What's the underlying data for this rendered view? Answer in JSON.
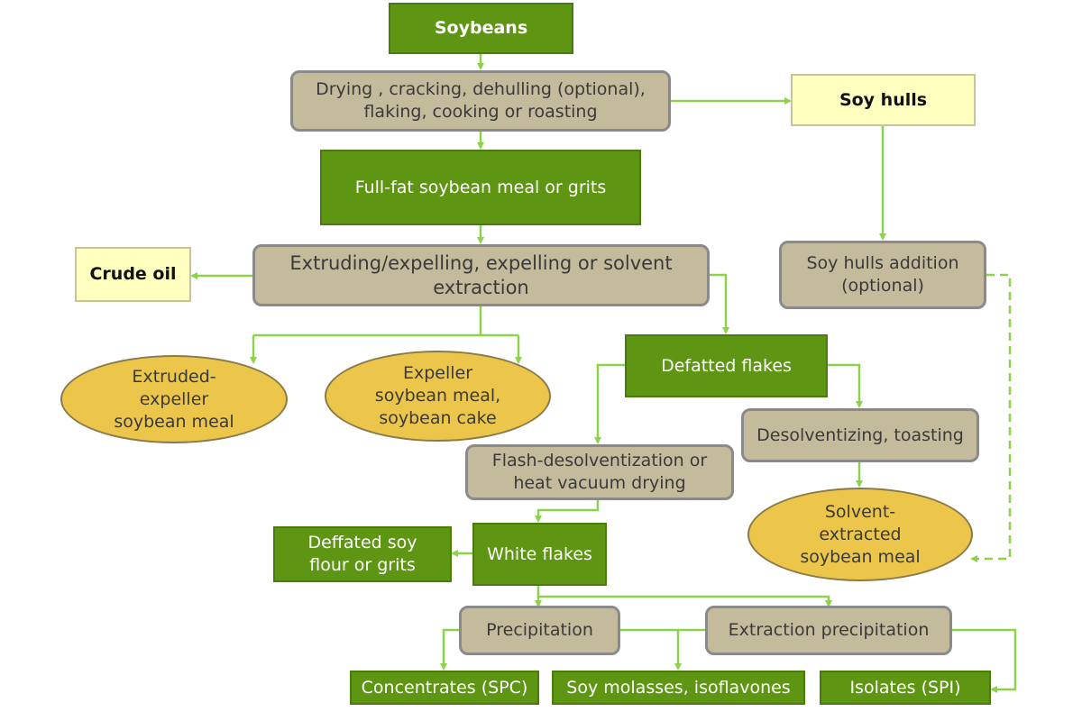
{
  "nodes": {
    "soybeans": "Soybeans",
    "drying": "Drying , cracking, dehulling (optional), flaking, cooking or roasting",
    "soy_hulls": "Soy hulls",
    "full_fat": "Full-fat soybean meal or grits",
    "extruding": "Extruding/expelling, expelling or solvent extraction",
    "crude_oil": "Crude oil",
    "soy_hulls_addition": "Soy hulls addition (optional)",
    "extruded_expeller": "Extruded-expeller soybean meal",
    "expeller_meal": "Expeller soybean meal, soybean cake",
    "defatted_flakes": "Defatted flakes",
    "desolventizing": "Desolventizing, toasting",
    "flash_desolv": "Flash-desolventization or heat vacuum drying",
    "solvent_meal": "Solvent-extracted soybean meal",
    "deffated_flour": "Deffated soy flour or grits",
    "white_flakes": "White flakes",
    "precipitation": "Precipitation",
    "extraction_precipitation": "Extraction precipitation",
    "concentrates": "Concentrates (SPC)",
    "molasses": "Soy molasses, isoflavones",
    "isolates": "Isolates (SPI)"
  },
  "colors": {
    "process_green": "#5e9613",
    "process_tan": "#c4bb9c",
    "byproduct_yellow": "#ffffc0",
    "product_ellipse": "#ecc64a",
    "connector": "#8cd24a"
  }
}
